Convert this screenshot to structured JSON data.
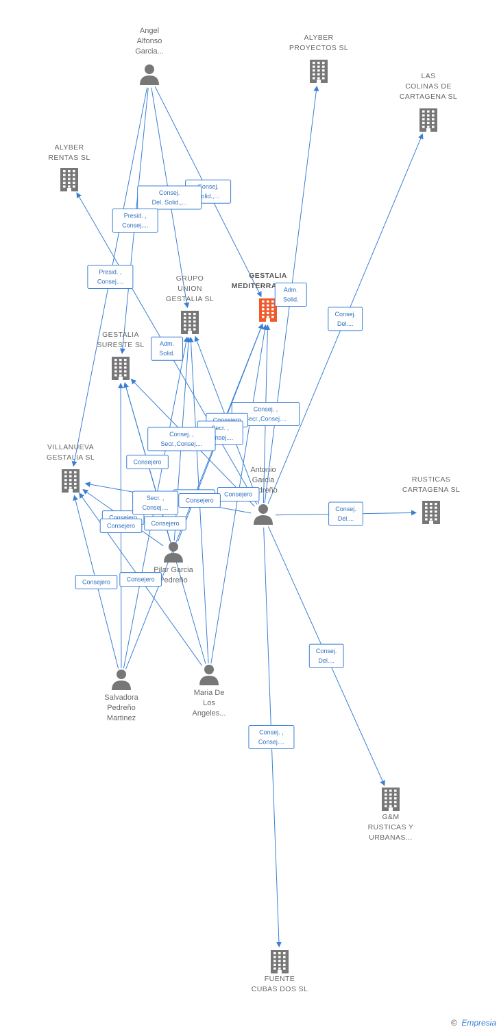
{
  "colors": {
    "edge": "#3a7fd5",
    "node": "#777777",
    "focus": "#f05a28",
    "label": "#666666"
  },
  "nodes": [
    {
      "id": "angel",
      "type": "person",
      "lines": [
        "Angel",
        "Alfonso",
        "Garcia..."
      ]
    },
    {
      "id": "alyber_proy",
      "type": "company",
      "lines": [
        "ALYBER",
        "PROYECTOS SL"
      ]
    },
    {
      "id": "colinas",
      "type": "company",
      "lines": [
        "LAS",
        "COLINAS DE",
        "CARTAGENA SL"
      ]
    },
    {
      "id": "alyber_rentas",
      "type": "company",
      "lines": [
        "ALYBER",
        "RENTAS SL"
      ]
    },
    {
      "id": "gestalia_med",
      "type": "company",
      "focus": true,
      "lines": [
        "GESTALIA",
        "MEDITERRANEA SL"
      ]
    },
    {
      "id": "grupo_union",
      "type": "company",
      "lines": [
        "GRUPO",
        "UNION",
        "GESTALIA SL"
      ]
    },
    {
      "id": "gestalia_sureste",
      "type": "company",
      "lines": [
        "GESTALIA",
        "SURESTE SL"
      ]
    },
    {
      "id": "villanueva",
      "type": "company",
      "lines": [
        "VILLANUEVA",
        "GESTALIA SL"
      ]
    },
    {
      "id": "antonio",
      "type": "person",
      "lines": [
        "Antonio",
        "Garcia",
        "Pedreño"
      ]
    },
    {
      "id": "rusticas",
      "type": "company",
      "lines": [
        "RUSTICAS",
        "CARTAGENA SL"
      ]
    },
    {
      "id": "pilar",
      "type": "person",
      "lines": [
        "Pilar Garcia",
        "Pedreño"
      ]
    },
    {
      "id": "salvadora",
      "type": "person",
      "lines": [
        "Salvadora",
        "Pedreño",
        "Martinez"
      ]
    },
    {
      "id": "maria",
      "type": "person",
      "lines": [
        "Maria De",
        "Los",
        "Angeles..."
      ]
    },
    {
      "id": "gm",
      "type": "company",
      "lines": [
        "G&M",
        "RUSTICAS Y",
        "URBANAS..."
      ]
    },
    {
      "id": "fuente",
      "type": "company",
      "lines": [
        "FUENTE",
        "CUBAS DOS SL"
      ]
    }
  ],
  "edges": [
    {
      "from": "angel",
      "to": "gestalia_med",
      "label": [
        "Consej.",
        "Solid.,..."
      ]
    },
    {
      "from": "angel",
      "to": "grupo_union",
      "label": [
        "Consej.",
        "Del. Solid.,..."
      ]
    },
    {
      "from": "angel",
      "to": "gestalia_sureste",
      "label": [
        "Presid. ,",
        "Consej...."
      ]
    },
    {
      "from": "angel",
      "to": "villanueva",
      "label": [
        "Presid. ,",
        "Consej...."
      ]
    },
    {
      "from": "antonio",
      "to": "alyber_proy",
      "label": [
        "Adm.",
        "Solid."
      ]
    },
    {
      "from": "antonio",
      "to": "colinas",
      "label": [
        "Consej.",
        "Del...."
      ]
    },
    {
      "from": "antonio",
      "to": "alyber_rentas",
      "label": [
        "Adm.",
        "Solid."
      ]
    },
    {
      "from": "antonio",
      "to": "gestalia_med",
      "label": [
        "Consej. ,",
        "Secr.,Consej...."
      ]
    },
    {
      "from": "antonio",
      "to": "grupo_union",
      "label": [
        "Consejero"
      ]
    },
    {
      "from": "antonio",
      "to": "gestalia_sureste",
      "label": [
        "Consejero"
      ]
    },
    {
      "from": "antonio",
      "to": "villanueva",
      "label": [
        "Consejero"
      ]
    },
    {
      "from": "antonio",
      "to": "rusticas",
      "label": [
        "Consej.",
        "Del...."
      ]
    },
    {
      "from": "antonio",
      "to": "gm",
      "label": [
        "Consej.",
        "Del...."
      ]
    },
    {
      "from": "antonio",
      "to": "fuente",
      "label": [
        "Consej. ,",
        "Consej...."
      ]
    },
    {
      "from": "pilar",
      "to": "gestalia_med",
      "label": [
        "Secr. ,",
        "Consej...."
      ]
    },
    {
      "from": "pilar",
      "to": "grupo_union",
      "label": [
        "Consej. ,",
        "Secr.,Consej...."
      ]
    },
    {
      "from": "pilar",
      "to": "gestalia_sureste",
      "label": [
        "Consejero"
      ]
    },
    {
      "from": "pilar",
      "to": "villanueva",
      "label": [
        "Consejero"
      ]
    },
    {
      "from": "salvadora",
      "to": "gestalia_med",
      "label": [
        "Consejero"
      ]
    },
    {
      "from": "salvadora",
      "to": "grupo_union",
      "label": [
        "Secr. ,",
        "Consej...."
      ]
    },
    {
      "from": "salvadora",
      "to": "gestalia_sureste",
      "label": [
        "Consejero"
      ]
    },
    {
      "from": "salvadora",
      "to": "villanueva",
      "label": [
        "Consejero"
      ]
    },
    {
      "from": "maria",
      "to": "gestalia_med",
      "label": [
        "Consejero"
      ]
    },
    {
      "from": "maria",
      "to": "grupo_union",
      "label": [
        "Consejero"
      ]
    },
    {
      "from": "maria",
      "to": "gestalia_sureste",
      "label": [
        "Consejero"
      ]
    },
    {
      "from": "maria",
      "to": "villanueva",
      "label": [
        "Consejero"
      ]
    }
  ],
  "footer": {
    "copyright": "©",
    "brand": "Empresia"
  }
}
